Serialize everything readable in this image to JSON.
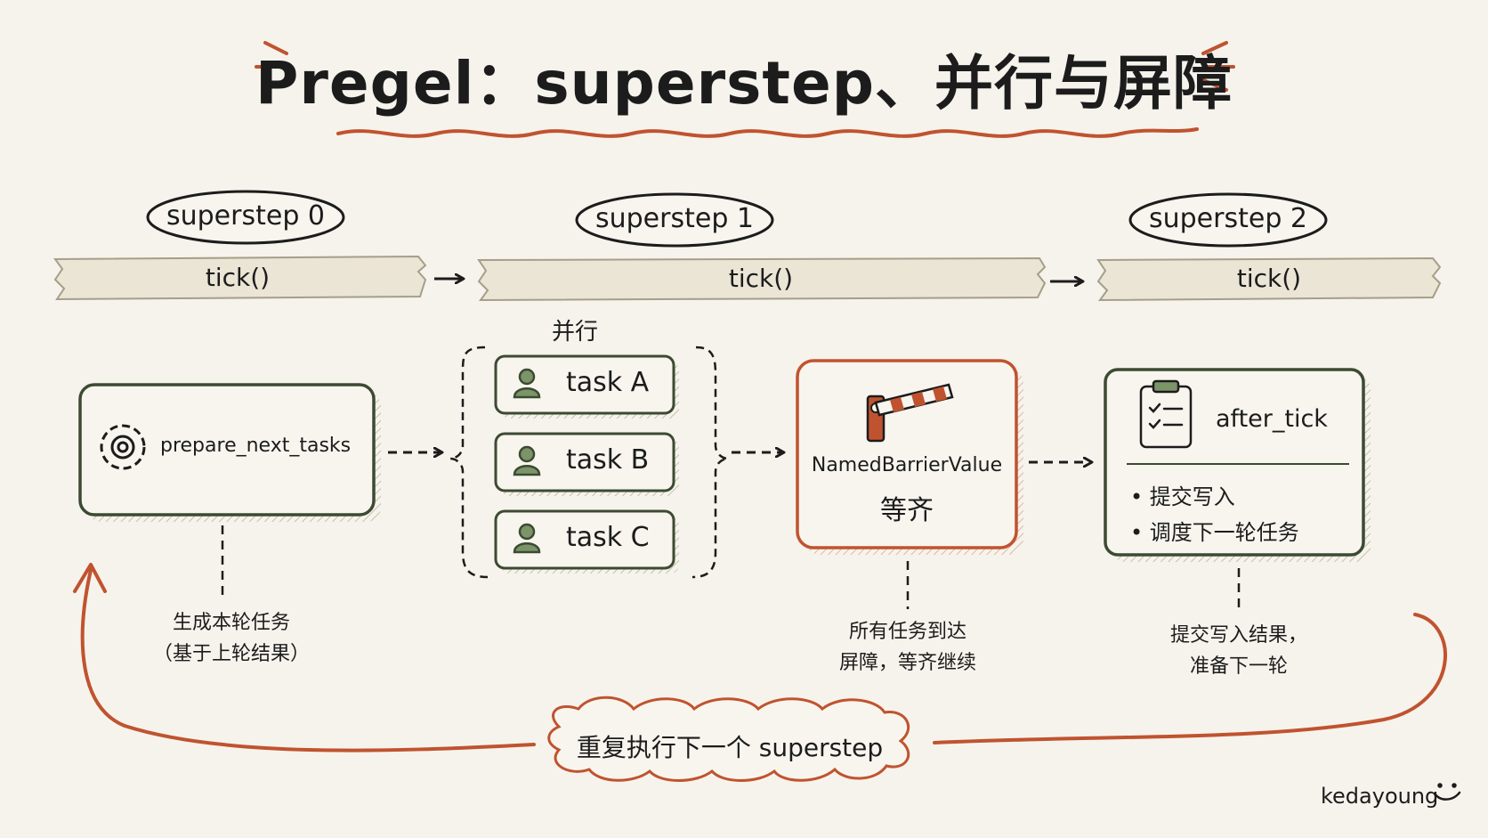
{
  "title": "Pregel：superstep、并行与屏障",
  "colors": {
    "background": "#f6f3ec",
    "ink": "#1c1c1c",
    "accent": "#c0532f",
    "box_border": "#3c4a32",
    "box_fill": "#f7f5ee",
    "tape_fill": "#ebe5d6",
    "person_icon": "#7b9468"
  },
  "supersteps": [
    {
      "label": "superstep 0",
      "tick": "tick()"
    },
    {
      "label": "superstep 1",
      "tick": "tick()"
    },
    {
      "label": "superstep 2",
      "tick": "tick()"
    }
  ],
  "prepare": {
    "icon": "gear-icon",
    "label": "prepare_next_tasks"
  },
  "parallel": {
    "label": "并行",
    "tasks": [
      {
        "icon": "person-icon",
        "label": "task A"
      },
      {
        "icon": "person-icon",
        "label": "task B"
      },
      {
        "icon": "person-icon",
        "label": "task C"
      }
    ]
  },
  "barrier": {
    "icon": "barrier-gate-icon",
    "label": "NamedBarrierValue",
    "sublabel": "等齐"
  },
  "after": {
    "icon": "clipboard-icon",
    "label": "after_tick",
    "bullets": [
      "提交写入",
      "调度下一轮任务"
    ]
  },
  "notes": {
    "prepare": [
      "生成本轮任务",
      "（基于上轮结果）"
    ],
    "barrier": [
      "所有任务到达",
      "屏障，等齐继续"
    ],
    "after": [
      "提交写入结果，",
      "准备下一轮"
    ]
  },
  "loop_label": "重复执行下一个 superstep",
  "signature": "kedayoung",
  "signature_icon": "smiley-icon"
}
